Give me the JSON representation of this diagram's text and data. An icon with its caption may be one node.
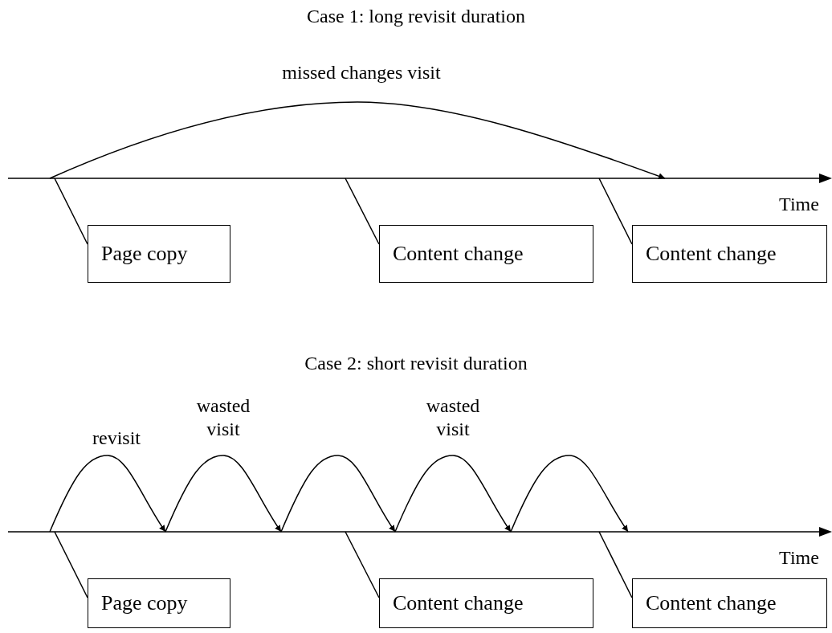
{
  "diagram": {
    "nodes": [
      {
        "text": [],
        "shape": "line"
      },
      {
        "text": [
          "Page copy"
        ]
      },
      {
        "text": [
          "Content change"
        ]
      },
      {
        "text": [
          "Content change"
        ]
      },
      {
        "text": [],
        "shape": "line"
      },
      {
        "text": [
          "Page copy"
        ]
      },
      {
        "text": [
          "Content change"
        ]
      },
      {
        "text": [
          "Content change"
        ]
      }
    ],
    "edges": [
      {
        "from": 1,
        "to": 0,
        "arrow": "none"
      },
      {
        "from": 2,
        "to": 0,
        "arrow": "none"
      },
      {
        "from": 3,
        "to": 0,
        "arrow": "none"
      },
      {
        "from": 0,
        "to": 0,
        "arrow": "to",
        "label": "missed changes visit"
      },
      {
        "from": 5,
        "to": 4,
        "arrow": "none"
      },
      {
        "from": 6,
        "to": 4,
        "arrow": "none"
      },
      {
        "from": 7,
        "to": 4,
        "arrow": "none"
      },
      {
        "from": 4,
        "to": 4,
        "arrow": "to",
        "label": "revisit"
      },
      {
        "from": 4,
        "to": 4,
        "arrow": "to",
        "label": "wasted visit"
      },
      {
        "from": 4,
        "to": 4,
        "arrow": "to"
      },
      {
        "from": 4,
        "to": 4,
        "arrow": "to",
        "label": "wasted visit"
      },
      {
        "from": 4,
        "to": 4,
        "arrow": "to"
      }
    ],
    "labels": [
      "Case 1: long revisit duration",
      "Time",
      "Case 2: short revisit duration",
      "Time"
    ]
  }
}
